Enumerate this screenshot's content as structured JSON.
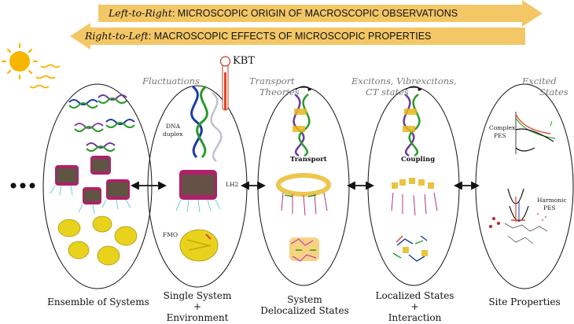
{
  "arrows": {
    "top_direction": "Left-to-Right",
    "top_text": ": MICROSCOPIC ORIGIN OF MACROSCOPIC OBSERVATIONS",
    "bottom_direction": "Right-to-Left",
    "bottom_text": ": MACROSCOPIC EFFECTS OF MICROSCOPIC PROPERTIES",
    "color": "#f3c766"
  },
  "thermometer_label": "KBT",
  "headers": {
    "fluctuations": "Fluctuations",
    "transport_line1": "Transport",
    "transport_line2": "Theories",
    "excitons_line1": "Excitons, Vibrexcitons,",
    "excitons_line2": "CT states",
    "excited_line1": "Excited",
    "excited_line2": "States"
  },
  "inner_labels": {
    "dna_line1": "DNA",
    "dna_line2": "duplex",
    "lh2": "LH2",
    "fmo": "FMO",
    "transport": "Transport",
    "coupling": "Coupling",
    "complex_pes_line1": "Complex",
    "complex_pes_line2": "PES",
    "harmonic_pes_line1": "Harmonic",
    "harmonic_pes_line2": "PES"
  },
  "ellipse_labels": [
    {
      "line1": "Ensemble of Systems",
      "line2": "",
      "line3": ""
    },
    {
      "line1": "Single System",
      "line2": "+",
      "line3": "Environment"
    },
    {
      "line1": "System",
      "line2": "Delocalized States",
      "line3": ""
    },
    {
      "line1": "Localized States",
      "line2": "+",
      "line3": "Interaction"
    },
    {
      "line1": "Site Properties",
      "line2": "",
      "line3": ""
    }
  ],
  "colors": {
    "sun": "#f7b500",
    "dna_blue": "#1d3aa8",
    "dna_green": "#2a9a2a",
    "lh2_magenta": "#b0206a",
    "fmo_yellow": "#e8d21c",
    "thermo_red": "#e0452a"
  }
}
